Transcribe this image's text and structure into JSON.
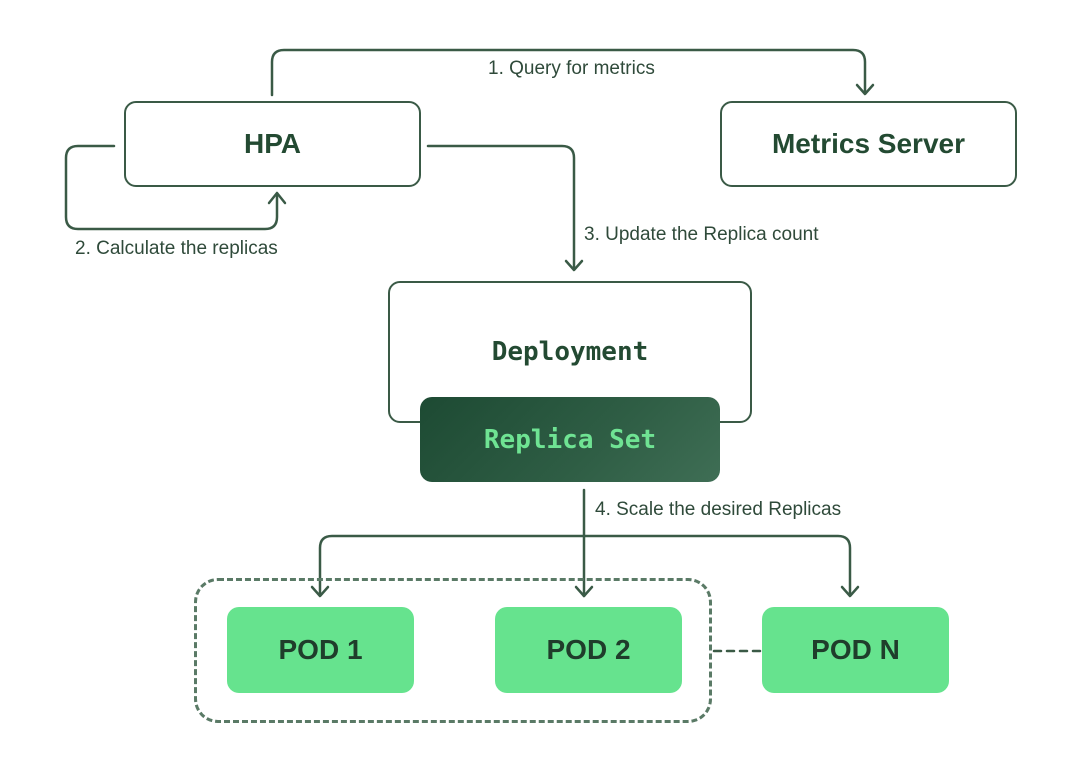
{
  "nodes": {
    "hpa": "HPA",
    "metrics_server": "Metrics Server",
    "deployment": "Deployment",
    "replica_set": "Replica Set",
    "pod_1": "POD 1",
    "pod_2": "POD 2",
    "pod_n": "POD N"
  },
  "steps": {
    "query": "1. Query for metrics",
    "calculate": "2. Calculate the replicas",
    "update": "3. Update the Replica count",
    "scale": "4. Scale the desired Replicas"
  },
  "colors": {
    "line": "#3a5a46",
    "pod_fill": "#66e38e",
    "replica_set_fill": "#1d4a33",
    "replica_set_text": "#6fe393"
  }
}
